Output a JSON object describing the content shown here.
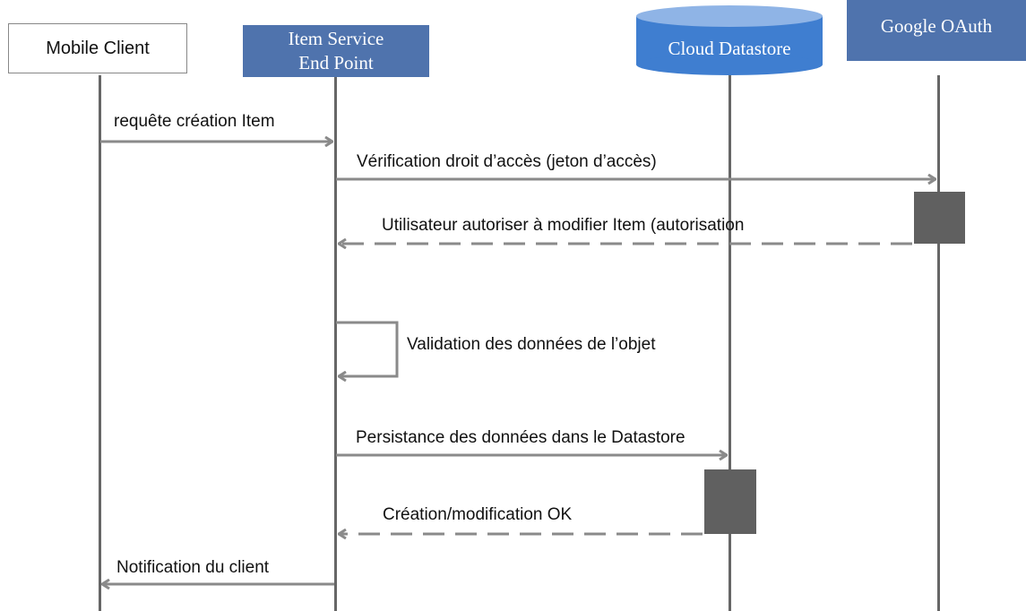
{
  "participants": [
    {
      "id": "mobile_client",
      "label": "Mobile Client"
    },
    {
      "id": "item_service",
      "label_lines": [
        "Item Service",
        "End Point"
      ]
    },
    {
      "id": "cloud_datastore",
      "label": "Cloud Datastore"
    },
    {
      "id": "google_oauth",
      "label": "Google OAuth"
    }
  ],
  "messages": [
    {
      "text": "requête création Item",
      "from": "mobile_client",
      "to": "item_service",
      "style": "solid"
    },
    {
      "text": "Vérification droit d’accès (jeton d’accès)",
      "from": "item_service",
      "to": "google_oauth",
      "style": "solid"
    },
    {
      "text": "Utilisateur autoriser à modifier Item (autorisation",
      "from": "google_oauth",
      "to": "item_service",
      "style": "dashed"
    },
    {
      "text": "Validation des données de l’objet",
      "from": "item_service",
      "to": "item_service",
      "style": "self"
    },
    {
      "text": "Persistance des données dans le Datastore",
      "from": "item_service",
      "to": "cloud_datastore",
      "style": "solid"
    },
    {
      "text": "Création/modification OK",
      "from": "cloud_datastore",
      "to": "item_service",
      "style": "dashed"
    },
    {
      "text": "Notification du client",
      "from": "item_service",
      "to": "mobile_client",
      "style": "solid"
    }
  ],
  "colors": {
    "actor_blue": "#4f73ad",
    "datastore_blue": "#3f7ed0",
    "lifeline": "#666666",
    "arrow": "#8a8a8a",
    "activation": "#606060"
  }
}
